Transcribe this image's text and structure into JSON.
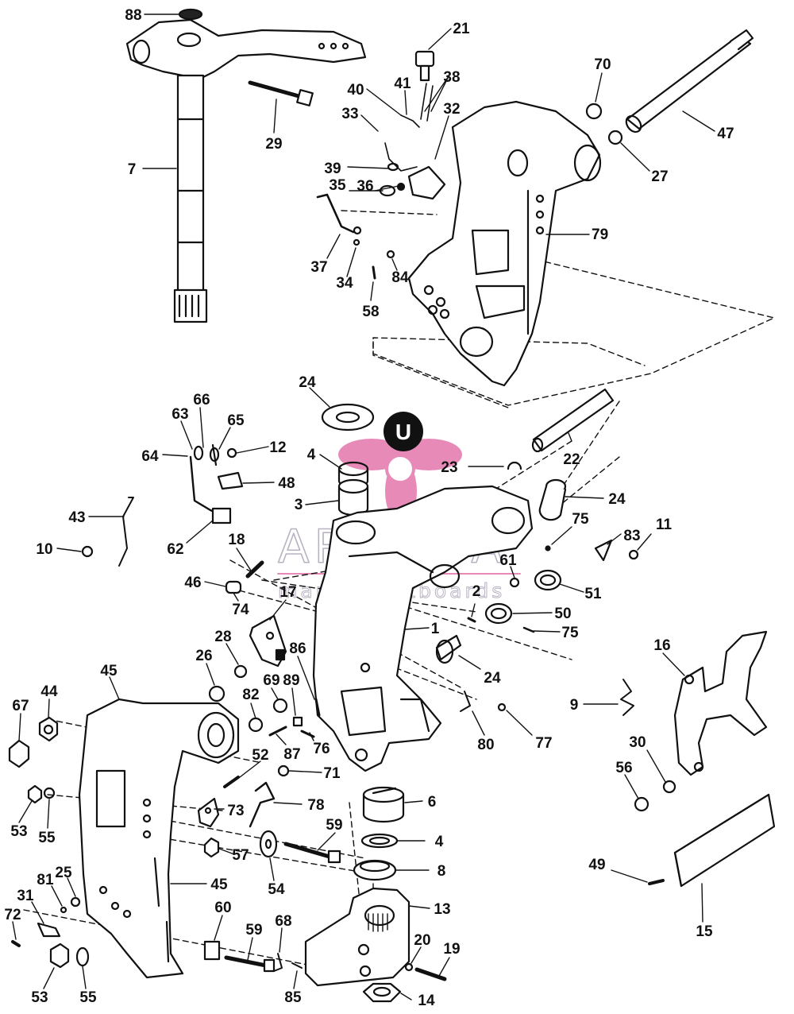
{
  "watermark": {
    "brand": "ARMADA",
    "tagline": "marine outboards",
    "logo_letter": "U",
    "accent_color": "#e88ab8",
    "text_color": "#b9b2c2"
  },
  "callouts": [
    {
      "id": "c88a",
      "text": "88"
    },
    {
      "id": "c21",
      "text": "21"
    },
    {
      "id": "c70",
      "text": "70"
    },
    {
      "id": "c38",
      "text": "38"
    },
    {
      "id": "c40",
      "text": "40"
    },
    {
      "id": "c41",
      "text": "41"
    },
    {
      "id": "c33",
      "text": "33"
    },
    {
      "id": "c32",
      "text": "32"
    },
    {
      "id": "c47",
      "text": "47"
    },
    {
      "id": "c27",
      "text": "27"
    },
    {
      "id": "c29",
      "text": "29"
    },
    {
      "id": "c7",
      "text": "7"
    },
    {
      "id": "c39",
      "text": "39"
    },
    {
      "id": "c35",
      "text": "35"
    },
    {
      "id": "c36",
      "text": "36"
    },
    {
      "id": "c79",
      "text": "79"
    },
    {
      "id": "c37",
      "text": "37"
    },
    {
      "id": "c34",
      "text": "34"
    },
    {
      "id": "c84",
      "text": "84"
    },
    {
      "id": "c58",
      "text": "58"
    },
    {
      "id": "c24a",
      "text": "24"
    },
    {
      "id": "c66",
      "text": "66"
    },
    {
      "id": "c63",
      "text": "63"
    },
    {
      "id": "c65",
      "text": "65"
    },
    {
      "id": "c12",
      "text": "12"
    },
    {
      "id": "c64",
      "text": "64"
    },
    {
      "id": "c4a",
      "text": "4"
    },
    {
      "id": "c48",
      "text": "48"
    },
    {
      "id": "c23",
      "text": "23"
    },
    {
      "id": "c22",
      "text": "22"
    },
    {
      "id": "c3",
      "text": "3"
    },
    {
      "id": "c24b",
      "text": "24"
    },
    {
      "id": "c43",
      "text": "43"
    },
    {
      "id": "c75a",
      "text": "75"
    },
    {
      "id": "c83",
      "text": "83"
    },
    {
      "id": "c11",
      "text": "11"
    },
    {
      "id": "c62",
      "text": "62"
    },
    {
      "id": "c10",
      "text": "10"
    },
    {
      "id": "c18",
      "text": "18"
    },
    {
      "id": "c61",
      "text": "61"
    },
    {
      "id": "c46",
      "text": "46"
    },
    {
      "id": "c51",
      "text": "51"
    },
    {
      "id": "c17",
      "text": "17"
    },
    {
      "id": "c2",
      "text": "2"
    },
    {
      "id": "c74",
      "text": "74"
    },
    {
      "id": "c50",
      "text": "50"
    },
    {
      "id": "c1",
      "text": "1"
    },
    {
      "id": "c75b",
      "text": "75"
    },
    {
      "id": "c28",
      "text": "28"
    },
    {
      "id": "c86",
      "text": "86"
    },
    {
      "id": "c16",
      "text": "16"
    },
    {
      "id": "c26",
      "text": "26"
    },
    {
      "id": "c24c",
      "text": "24"
    },
    {
      "id": "c45a",
      "text": "45"
    },
    {
      "id": "c69",
      "text": "69"
    },
    {
      "id": "c89",
      "text": "89"
    },
    {
      "id": "c9",
      "text": "9"
    },
    {
      "id": "c44",
      "text": "44"
    },
    {
      "id": "c67",
      "text": "67"
    },
    {
      "id": "c82",
      "text": "82"
    },
    {
      "id": "c80",
      "text": "80"
    },
    {
      "id": "c77",
      "text": "77"
    },
    {
      "id": "c30",
      "text": "30"
    },
    {
      "id": "c87",
      "text": "87"
    },
    {
      "id": "c76",
      "text": "76"
    },
    {
      "id": "c52",
      "text": "52"
    },
    {
      "id": "c56",
      "text": "56"
    },
    {
      "id": "c71",
      "text": "71"
    },
    {
      "id": "c6",
      "text": "6"
    },
    {
      "id": "c53a",
      "text": "53"
    },
    {
      "id": "c55a",
      "text": "55"
    },
    {
      "id": "c73",
      "text": "73"
    },
    {
      "id": "c78",
      "text": "78"
    },
    {
      "id": "c59a",
      "text": "59"
    },
    {
      "id": "c4b",
      "text": "4"
    },
    {
      "id": "c57",
      "text": "57"
    },
    {
      "id": "c54",
      "text": "54"
    },
    {
      "id": "c8",
      "text": "8"
    },
    {
      "id": "c49",
      "text": "49"
    },
    {
      "id": "c45b",
      "text": "45"
    },
    {
      "id": "c25",
      "text": "25"
    },
    {
      "id": "c81",
      "text": "81"
    },
    {
      "id": "c31",
      "text": "31"
    },
    {
      "id": "c13",
      "text": "13"
    },
    {
      "id": "c15",
      "text": "15"
    },
    {
      "id": "c72",
      "text": "72"
    },
    {
      "id": "c60",
      "text": "60"
    },
    {
      "id": "c68",
      "text": "68"
    },
    {
      "id": "c59b",
      "text": "59"
    },
    {
      "id": "c20",
      "text": "20"
    },
    {
      "id": "c19",
      "text": "19"
    },
    {
      "id": "c53b",
      "text": "53"
    },
    {
      "id": "c55b",
      "text": "55"
    },
    {
      "id": "c85",
      "text": "85"
    },
    {
      "id": "c14",
      "text": "14"
    }
  ]
}
